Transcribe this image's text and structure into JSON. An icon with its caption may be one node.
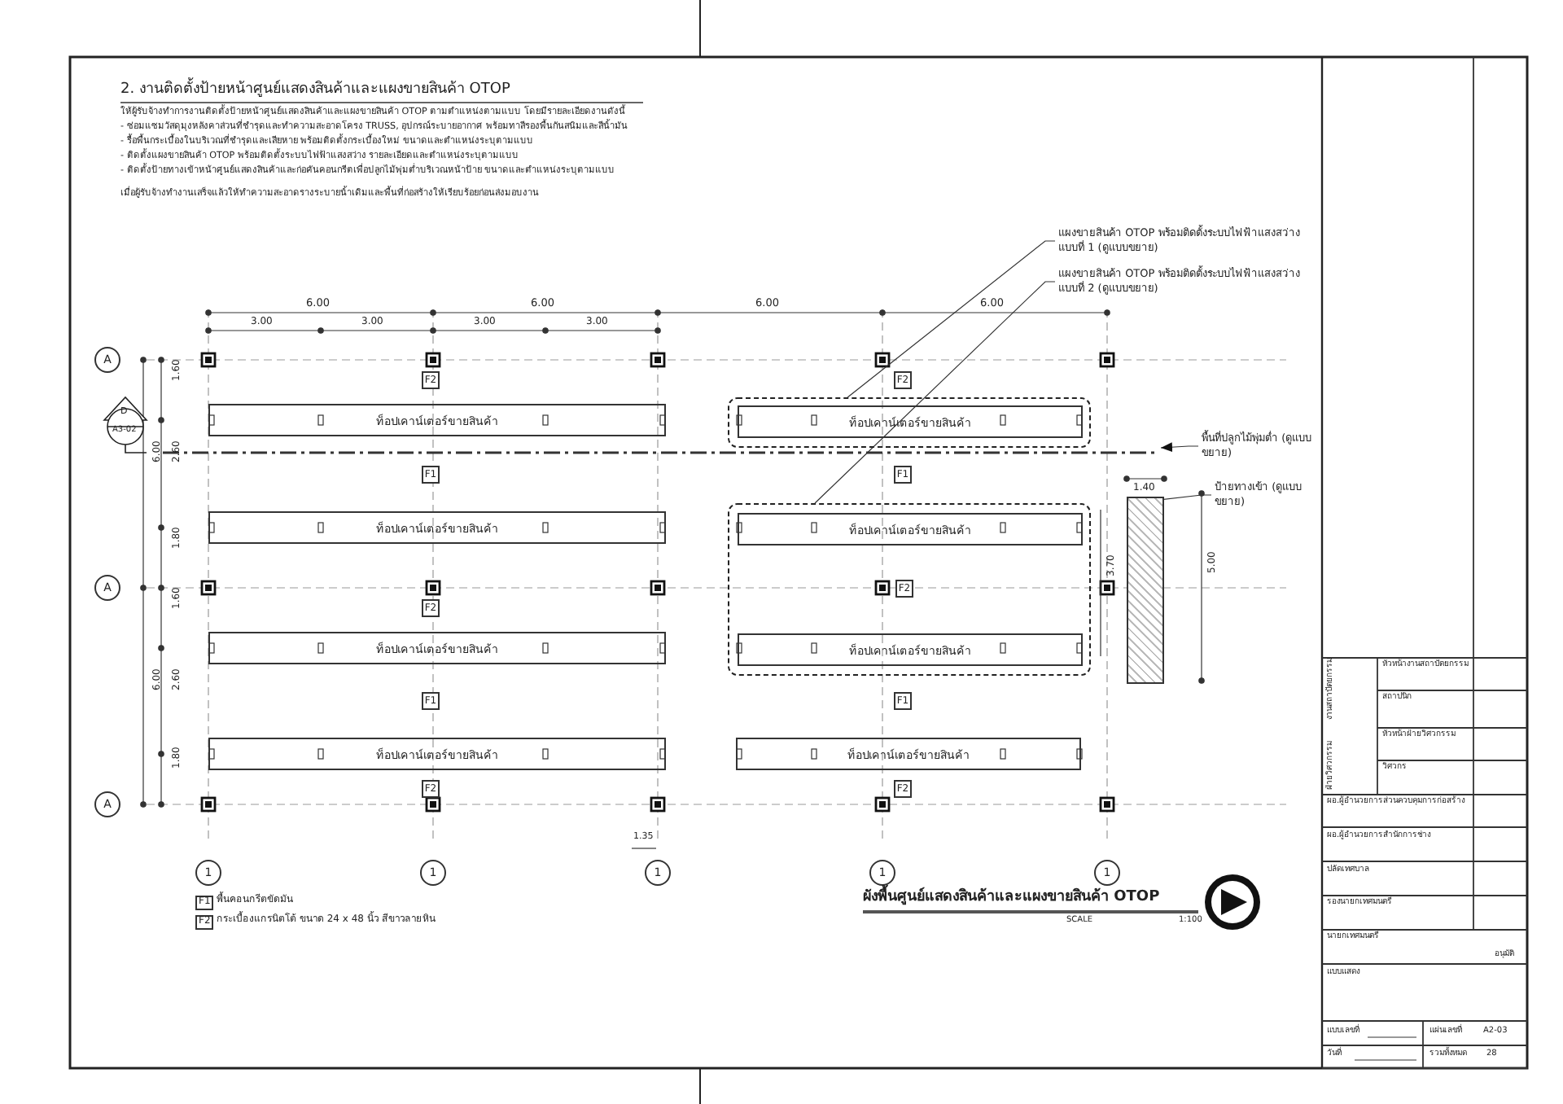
{
  "diagram": {
    "nodes": [
      {
        "text": [
          "แผงขายสินค้า OTOP พร้อมติดตั้งระบบไฟฟ้าแสงสว่าง แบบที่ 1 (ดูแบบขยาย)"
        ]
      },
      {
        "text": [
          "แผงขายสินค้า OTOP พร้อมติดตั้งระบบไฟฟ้าแสงสว่าง แบบที่ 2 (ดูแบบขยาย)"
        ]
      },
      {
        "text": [
          "พื้นที่ปลูกไม้พุ่มต่ำ (ดูแบบขยาย)"
        ]
      },
      {
        "text": [
          "ป้ายทางเข้า (ดูแบบขยาย)"
        ]
      },
      {
        "text": [],
        "shape": "box"
      },
      {
        "text": [],
        "shape": "box"
      },
      {
        "text": [],
        "shape": "box"
      },
      {
        "text": [
          "ท็อปเคาน์เตอร์ขายสินค้า"
        ]
      },
      {
        "text": [
          "ท็อปเคาน์เตอร์ขายสินค้า"
        ],
        "in": 4
      },
      {
        "text": [
          "ท็อปเคาน์เตอร์ขายสินค้า"
        ]
      },
      {
        "text": [
          "ท็อปเคาน์เตอร์ขายสินค้า"
        ],
        "in": 5
      },
      {
        "text": [
          "ท็อปเคาน์เตอร์ขายสินค้า"
        ]
      },
      {
        "text": [
          "ท็อปเคาน์เตอร์ขายสินค้า"
        ],
        "in": 5
      },
      {
        "text": [
          "ท็อปเคาน์เตอร์ขายสินค้า"
        ]
      },
      {
        "text": [
          "ท็อปเคาน์เตอร์ขายสินค้า"
        ]
      },
      {
        "text": [
          "F2"
        ]
      },
      {
        "text": [
          "F2"
        ]
      },
      {
        "text": [
          "F1"
        ]
      },
      {
        "text": [
          "F1"
        ]
      },
      {
        "text": [
          "F2"
        ]
      },
      {
        "text": [
          "F2"
        ],
        "in": 5
      },
      {
        "text": [
          "F1"
        ]
      },
      {
        "text": [
          "F1"
        ]
      },
      {
        "text": [
          "F2"
        ]
      },
      {
        "text": [
          "F2"
        ]
      },
      {
        "text": [
          "A"
        ]
      },
      {
        "text": [
          "A"
        ]
      },
      {
        "text": [
          "A"
        ]
      },
      {
        "text": [
          "1"
        ]
      },
      {
        "text": [
          "1"
        ]
      },
      {
        "text": [
          "1"
        ]
      },
      {
        "text": [
          "1"
        ]
      },
      {
        "text": [
          "1"
        ]
      }
    ],
    "edges": [
      {
        "from": 0,
        "to": 4,
        "arrow": "none"
      },
      {
        "from": 1,
        "to": 5,
        "arrow": "none"
      },
      {
        "from": 2,
        "to": null,
        "arrow": "to"
      },
      {
        "from": 3,
        "to": 6,
        "arrow": "none"
      }
    ],
    "labels": [
      "2. งานติดตั้งป้ายหน้าศูนย์แสดงสินค้าและแผงขายสินค้า OTOP",
      "ให้ผู้รับจ้างทำการงานติดตั้งป้ายหน้าศูนย์แสดงสินค้าและแผงขายสินค้า OTOP ตามตำแหน่งตามแบบ โดยมีรายละเอียดงานดังนี้",
      "- ซ่อมแซมวัสดุมุงหลังคาส่วนที่ชำรุดและทำความสะอาดโครง TRUSS, อุปกรณ์ระบายอากาศ พร้อมทาสีรองพื้นกันสนิมและสีน้ำมัน",
      "- รื้อพื้นกระเบื้องในบริเวณที่ชำรุดและเสียหาย พร้อมติดตั้งกระเบื้องใหม่ ขนาดและตำแหน่งระบุตามแบบ",
      "- ติดตั้งแผงขายสินค้า OTOP พร้อมติดตั้งระบบไฟฟ้าแสงสว่าง รายละเอียดและตำแหน่งระบุตามแบบ",
      "- ติดตั้งป้ายทางเข้าหน้าศูนย์แสดงสินค้าและก่อคันคอนกรีตเพื่อปลูกไม้พุ่มต่ำบริเวณหน้าป้าย ขนาดและตำแหน่งระบุตามแบบ",
      "เมื่อผู้รับจ้างทำงานเสร็จแล้วให้ทำความสะอาดรางระบายน้ำเดิมและพื้นที่ก่อสร้างให้เรียบร้อยก่อนส่งมอบงาน",
      "6.00",
      "6.00",
      "6.00",
      "6.00",
      "3.00",
      "3.00",
      "3.00",
      "3.00",
      "1.60",
      "2.60",
      "1.80",
      "1.60",
      "2.60",
      "1.80",
      "6.00",
      "6.00",
      "1.40",
      "3.70",
      "5.00",
      "1.35",
      "D",
      "A3-02",
      "F1",
      "พื้นคอนกรีตขัดมัน",
      "F2",
      "กระเบื้องแกรนิตโต้ ขนาด 24 x 48 นิ้ว สีขาวลายหิน",
      "ผังพื้นศูนย์แสดงสินค้าและแผงขายสินค้า OTOP",
      "SCALE",
      "1:100",
      "งานสถาปัตยกรรม",
      "หัวหน้างานสถาปัตยกรรม",
      "สถาปนิก",
      "ฝ่ายวิศวกรรม",
      "หัวหน้าฝ่ายวิศวกรรม",
      "วิศวกร",
      "ผอ.ผู้อำนวยการส่วนควบคุมการก่อสร้าง",
      "ผอ.ผู้อำนวยการสำนักการช่าง",
      "ปลัดเทศบาล",
      "รองนายกเทศมนตรี",
      "นายกเทศมนตรี",
      "อนุมัติ",
      "แบบแสดง",
      "แบบเลขที่",
      "แผ่นเลขที่",
      "A2-03",
      "วันที่",
      "รวมทั้งหมด",
      "28"
    ]
  }
}
